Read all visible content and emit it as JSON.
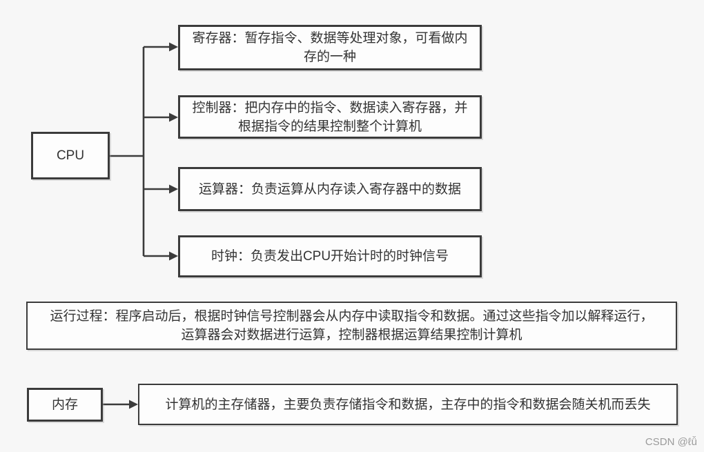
{
  "colors": {
    "bg": "#f7f7f7",
    "line": "#3b3b3b",
    "boxfill": "#fdfdfd",
    "text": "#333333",
    "watermark": "#9b9b9b"
  },
  "cpu": {
    "label": "CPU"
  },
  "components": [
    {
      "name": "register",
      "text": "寄存器：暂存指令、数据等处理对象，可看做内\n存的一种"
    },
    {
      "name": "controller",
      "text": "控制器：把内存中的指令、数据读入寄存器，并\n根据指令的结果控制整个计算机"
    },
    {
      "name": "alu",
      "text": "运算器：负责运算从内存读入寄存器中的数据"
    },
    {
      "name": "clock",
      "text": "时钟：负责发出CPU开始计时的时钟信号"
    }
  ],
  "process": {
    "text": "运行过程：程序启动后，根据时钟信号控制器会从内存中读取指令和数据。通过这些指令加以解释运行，\n运算器会对数据进行运算，控制器根据运算结果控制计算机"
  },
  "memory": {
    "label": "内存",
    "description": "计算机的主存储器，主要负责存储指令和数据，主存中的指令和数据会随关机而丢失"
  },
  "watermark": {
    "text": "CSDN @ℓǚ"
  }
}
